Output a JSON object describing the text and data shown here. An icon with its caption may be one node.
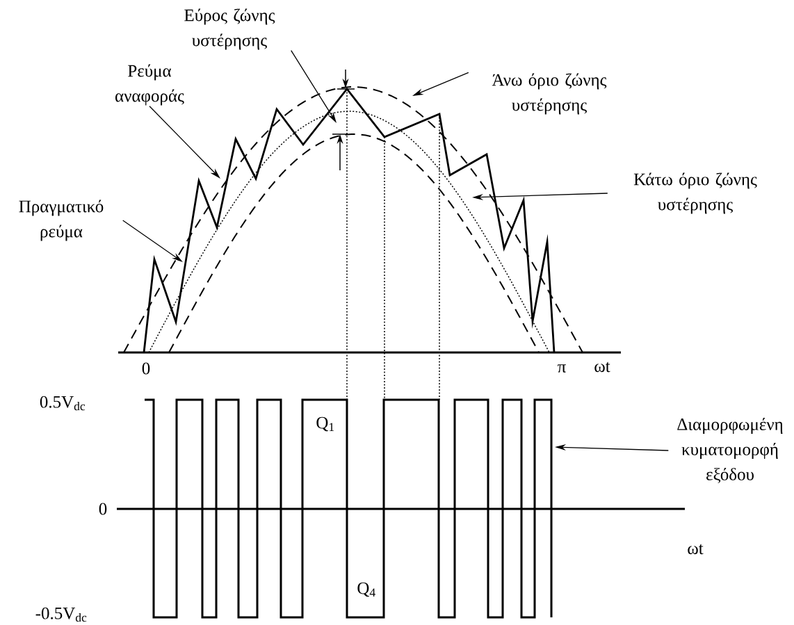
{
  "diagram": {
    "nodes": [
      {
        "text": [
          "Εύρος ζώνης υστέρησης"
        ]
      },
      {
        "text": [
          "Άνω όριο ζώνης υστέρησης"
        ]
      },
      {
        "text": [
          "Ρεύμα αναφοράς"
        ]
      },
      {
        "text": [
          "Κάτω όριο ζώνης υστέρησης"
        ]
      },
      {
        "text": [
          "Πραγματικό ρεύμα"
        ]
      },
      {
        "text": [
          "Διαμορφωμένη κυματομορφή εξόδου"
        ]
      }
    ],
    "edges": [
      {
        "from": 0,
        "to": null,
        "arrow": "to"
      },
      {
        "from": 1,
        "to": null,
        "arrow": "to"
      },
      {
        "from": 2,
        "to": null,
        "arrow": "to"
      },
      {
        "from": 3,
        "to": null,
        "arrow": "to"
      },
      {
        "from": 4,
        "to": null,
        "arrow": "to"
      },
      {
        "from": 5,
        "to": null,
        "arrow": "to"
      }
    ],
    "labels": [
      "0",
      "π",
      "ωt",
      "0.5V$_{dc}$",
      "Q$_{1}$",
      "0",
      "ωt",
      "Q$_{4}$",
      "-0.5V$_{dc}$"
    ]
  }
}
